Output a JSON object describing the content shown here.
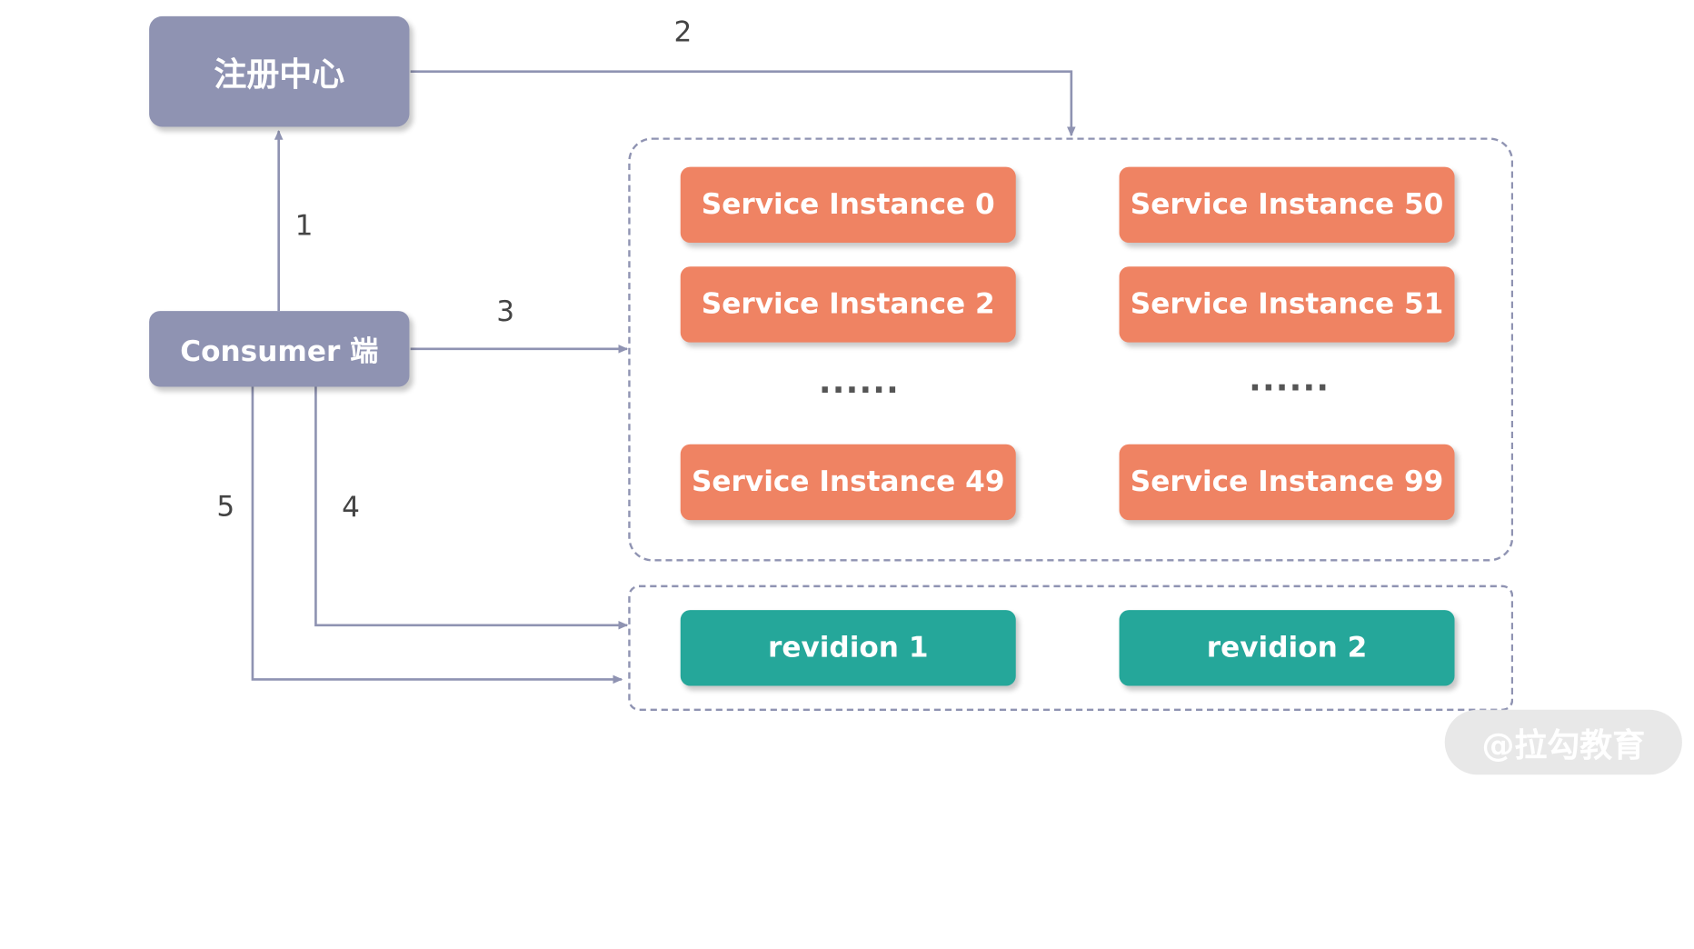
{
  "nodes": {
    "registry": "注册中心",
    "consumer": "Consumer 端"
  },
  "services": {
    "s0": "Service Instance 0",
    "s2": "Service Instance 2",
    "s49": "Service Instance 49",
    "s50": "Service Instance 50",
    "s51": "Service Instance 51",
    "s99": "Service Instance 99",
    "ellipsis_left": "······",
    "ellipsis_right": "······"
  },
  "revisions": {
    "r1": "revidion 1",
    "r2": "revidion 2"
  },
  "edges": {
    "e1": "1",
    "e2": "2",
    "e3": "3",
    "e4": "4",
    "e5": "5"
  },
  "watermark": "@拉勾教育",
  "colors": {
    "main_node": "#8f93b2",
    "service_node": "#ef8363",
    "revision_node": "#25a79a",
    "edge": "#8f93b2"
  }
}
